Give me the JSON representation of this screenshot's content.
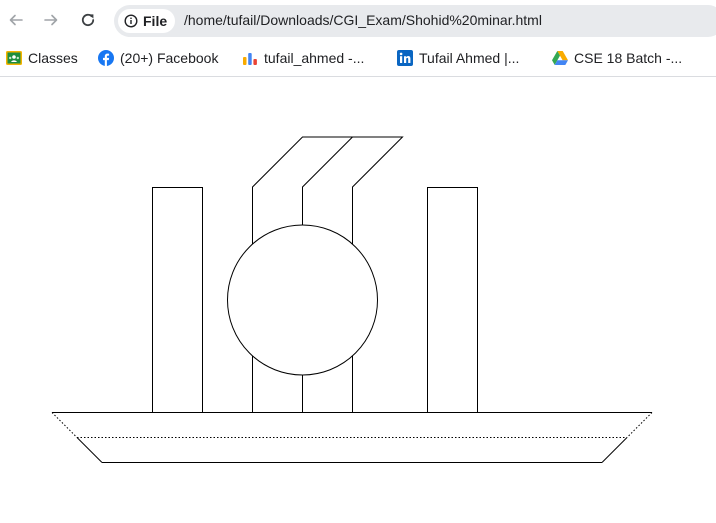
{
  "browser": {
    "toolbar": {
      "back_icon": "arrow-left-icon",
      "forward_icon": "arrow-right-icon",
      "reload_icon": "reload-icon"
    },
    "omnibox": {
      "chip_icon": "info-icon",
      "chip_label": "File",
      "url": "/home/tufail/Downloads/CGI_Exam/Shohid%20minar.html"
    },
    "bookmarks": [
      {
        "label": "Classes",
        "icon": "google-classroom-icon"
      },
      {
        "label": "(20+) Facebook",
        "icon": "facebook-icon"
      },
      {
        "label": "tufail_ahmed -...",
        "icon": "bar-chart-icon"
      },
      {
        "label": "Tufail Ahmed |...",
        "icon": "linkedin-icon"
      },
      {
        "label": "CSE 18 Batch -...",
        "icon": "google-drive-icon"
      }
    ]
  },
  "colors": {
    "chrome_bg": "#ffffff",
    "omnibox_bg": "#e8eaed",
    "text": "#202124",
    "icon_gray": "#5f6368",
    "facebook_blue": "#1877f2",
    "linkedin_blue": "#0a66c2"
  }
}
